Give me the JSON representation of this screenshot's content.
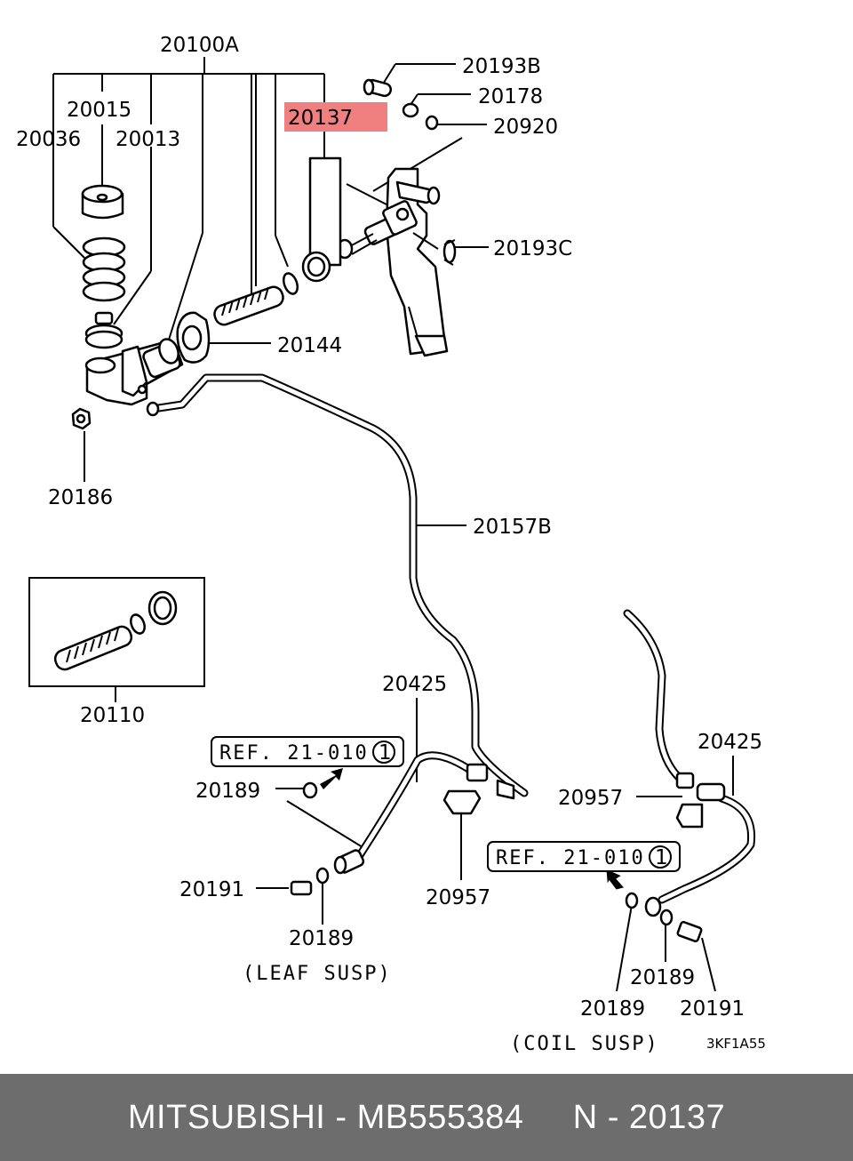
{
  "diagram": {
    "highlight_color": "#f08080",
    "labels": {
      "l_20100A": "20100A",
      "l_20015": "20015",
      "l_20036": "20036",
      "l_20013": "20013",
      "l_20137": "20137",
      "l_20193B": "20193B",
      "l_20178": "20178",
      "l_20920": "20920",
      "l_20193C": "20193C",
      "l_20144": "20144",
      "l_20186": "20186",
      "l_20157B": "20157B",
      "l_20110": "20110",
      "l_20425_left": "20425",
      "l_20189_a": "20189",
      "l_20191_left": "20191",
      "l_20189_b": "20189",
      "l_20957_left": "20957",
      "l_20425_right": "20425",
      "l_20957_right": "20957",
      "l_20189_c": "20189",
      "l_20189_d": "20189",
      "l_20191_right": "20191"
    },
    "ref_left": "REF. 21-010",
    "ref_left_num": "1",
    "ref_right": "REF. 21-010",
    "ref_right_num": "1",
    "caption_leaf": "(LEAF SUSP)",
    "caption_coil": "(COIL SUSP)",
    "drawing_code": "3KF1A55"
  },
  "footer": {
    "text": "MITSUBISHI - MB555384     N - 20137",
    "background": "#6d6d6d"
  }
}
